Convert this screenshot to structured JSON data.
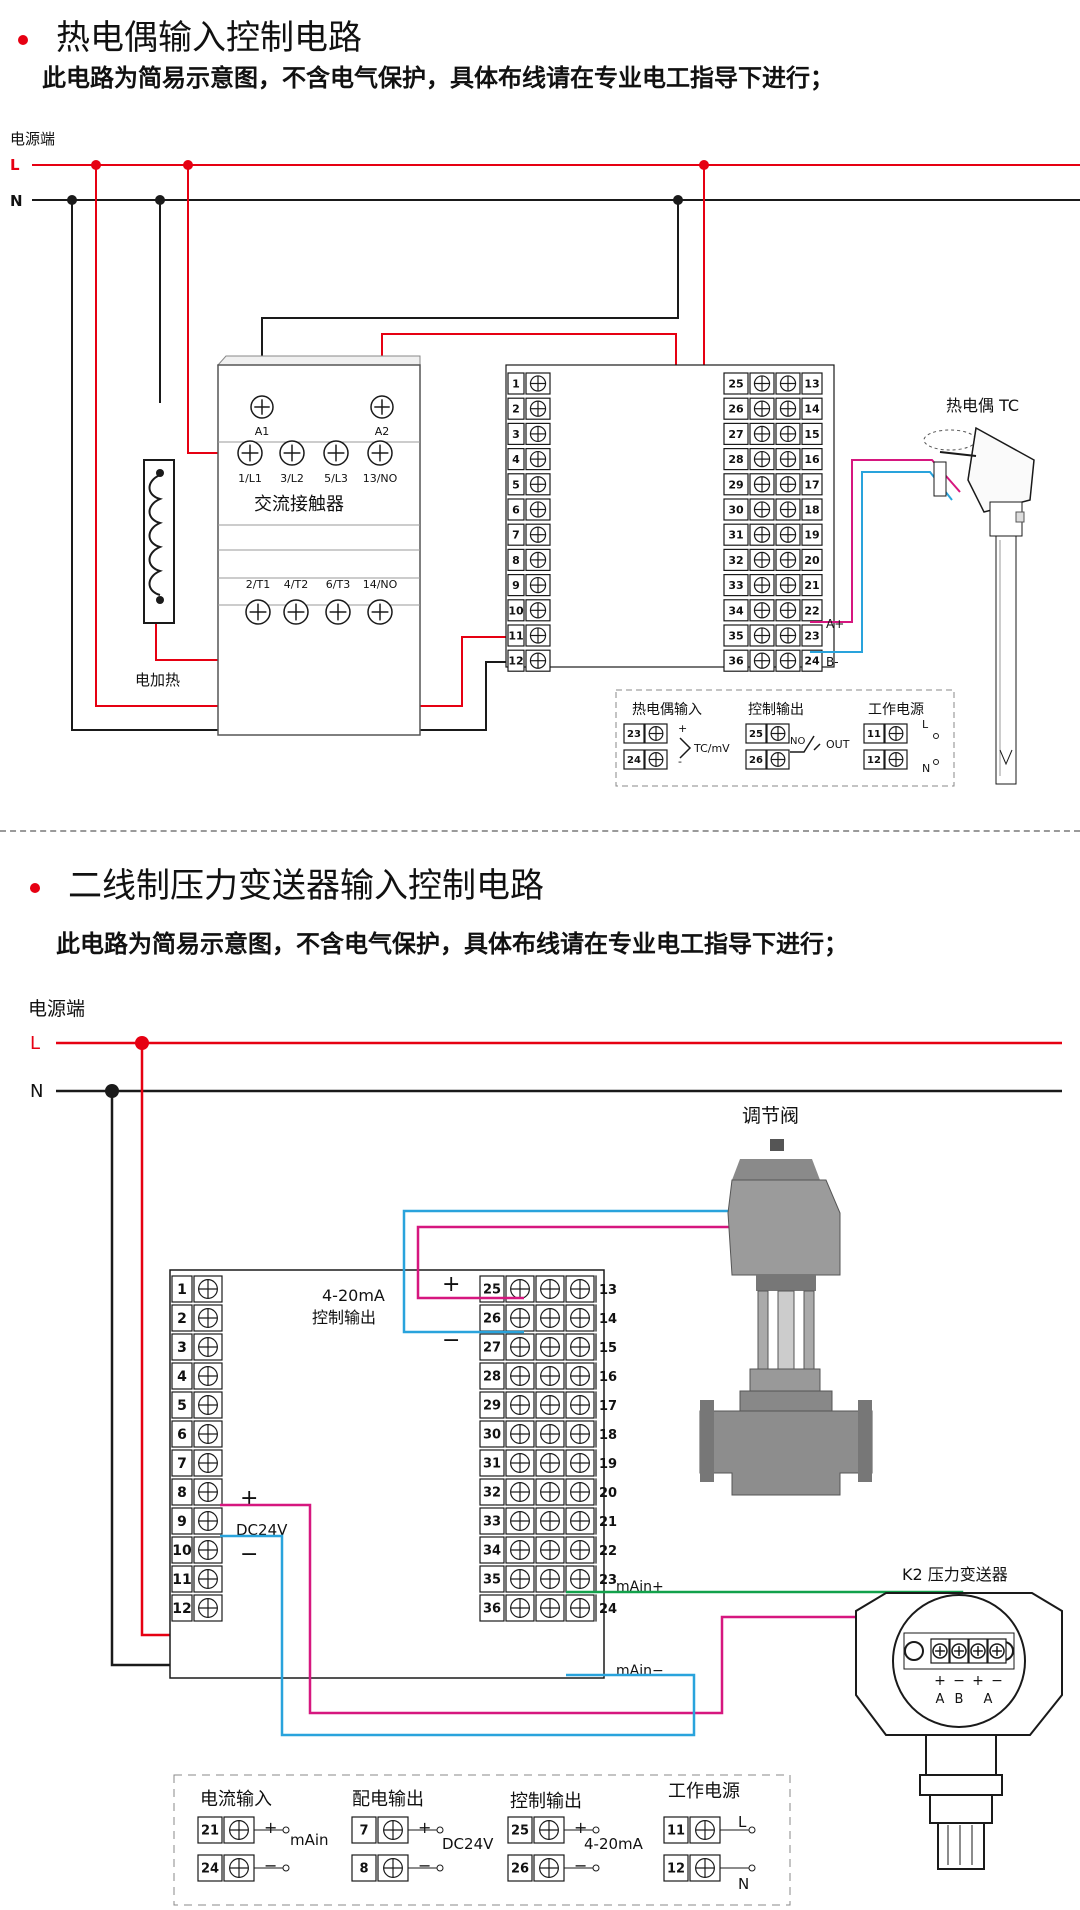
{
  "section1": {
    "title": "热电偶输入控制电路",
    "note": "此电路为简易示意图，不含电气保护，具体布线请在专业电工指导下进行；",
    "power_label": "电源端",
    "L": "L",
    "N": "N",
    "contactor": {
      "name": "交流接触器",
      "coil": [
        "A1",
        "A2"
      ],
      "top_terms": [
        "1/L1",
        "3/L2",
        "5/L3",
        "13/NO"
      ],
      "bottom_terms": [
        "2/T1",
        "4/T2",
        "6/T3",
        "14/NO"
      ]
    },
    "heater_label": "电加热",
    "thermocouple_label": "热电偶 TC",
    "a_plus": "A+",
    "b_minus": "B-",
    "left_terminals": [
      "1",
      "2",
      "3",
      "4",
      "5",
      "6",
      "7",
      "8",
      "9",
      "10",
      "11",
      "12"
    ],
    "right_terminals": [
      "25",
      "26",
      "27",
      "28",
      "29",
      "30",
      "31",
      "32",
      "33",
      "34",
      "35",
      "36"
    ],
    "right_outer_terminals": [
      "13",
      "14",
      "15",
      "16",
      "17",
      "18",
      "19",
      "20",
      "21",
      "22",
      "23",
      "24"
    ],
    "legend": {
      "tc_input": "热电偶输入",
      "tc_terms": [
        "23",
        "24"
      ],
      "tc_signal": "TC/mV",
      "plus": "+",
      "minus": "-",
      "ctrl_output": "控制输出",
      "ctrl_terms": [
        "25",
        "26"
      ],
      "no": "NO",
      "out": "OUT",
      "power": "工作电源",
      "power_terms": [
        "11",
        "12"
      ],
      "L": "L",
      "N": "N"
    }
  },
  "section2": {
    "title": "二线制压力变送器输入控制电路",
    "note": "此电路为简易示意图，不含电气保护，具体布线请在专业电工指导下进行；",
    "power_label": "电源端",
    "L": "L",
    "N": "N",
    "valve_label": "调节阀",
    "ctrl_out_line1": "4-20mA",
    "ctrl_out_line2": "控制输出",
    "plus": "+",
    "minus": "−",
    "dc24v": "DC24V",
    "main_plus": "mAin+",
    "main_minus": "mAin−",
    "transmitter_label": "K2 压力变送器",
    "tx_terms": [
      "A",
      "B",
      "A"
    ],
    "tx_signs": [
      "+",
      "−",
      "+",
      "−"
    ],
    "left_terminals": [
      "1",
      "2",
      "3",
      "4",
      "5",
      "6",
      "7",
      "8",
      "9",
      "10",
      "11",
      "12"
    ],
    "right_terminals": [
      "25",
      "26",
      "27",
      "28",
      "29",
      "30",
      "31",
      "32",
      "33",
      "34",
      "35",
      "36"
    ],
    "right_outer_terminals": [
      "13",
      "14",
      "15",
      "16",
      "17",
      "18",
      "19",
      "20",
      "21",
      "22",
      "23",
      "24"
    ],
    "legend": {
      "current_input": "电流输入",
      "ci_terms": [
        "21",
        "24"
      ],
      "main": "mAin",
      "distrib_output": "配电输出",
      "do_terms": [
        "7",
        "8"
      ],
      "dc24v": "DC24V",
      "ctrl_output": "控制输出",
      "co_terms": [
        "25",
        "26"
      ],
      "ma": "4-20mA",
      "power": "工作电源",
      "power_terms": [
        "11",
        "12"
      ],
      "L": "L",
      "N": "N",
      "plus": "+",
      "minus": "−"
    }
  },
  "colors": {
    "red": "#e60012",
    "black": "#1a1a1a",
    "pink": "#d6177f",
    "blue": "#29a3dc",
    "green": "#12a14b"
  }
}
